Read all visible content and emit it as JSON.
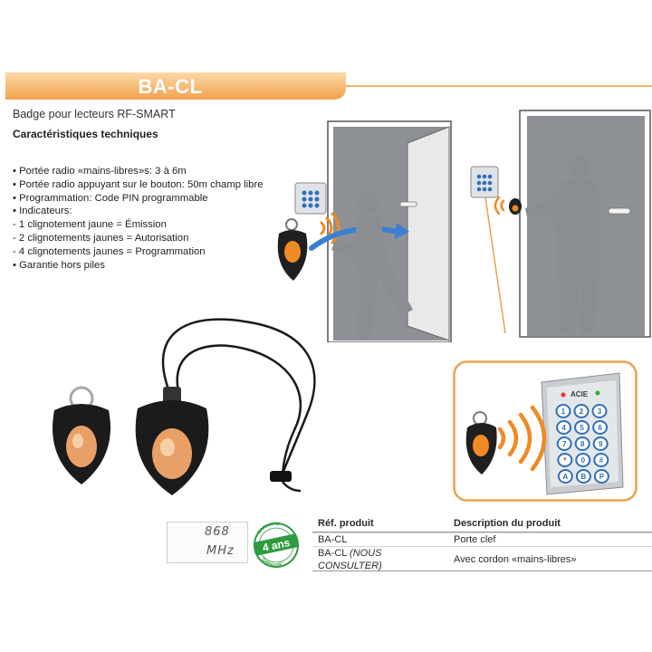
{
  "title": "BA-CL",
  "subtitle": "Badge pour lecteurs RF-SMART",
  "spec_heading": "Caractéristiques techniques",
  "features": [
    "• Portée radio «mains-libres»s: 3 à 6m",
    "• Portée radio appuyant sur le bouton: 50m champ libre",
    "• Programmation: Code PIN programmable",
    "• Indicateurs:",
    "- 1 clignotement jaune = Émission",
    "- 2 clignotements jaunes = Autorisation",
    "- 4 clignotements jaunes = Programmation",
    "• Garantie hors piles"
  ],
  "frequency": {
    "value": "868",
    "unit": "MHz"
  },
  "warranty": {
    "years": "4 ans",
    "arc_top": "GARANTIE",
    "arc_bottom": "GARANTIE"
  },
  "keypad": {
    "brand": "ACIE",
    "keys": [
      "1",
      "2",
      "3",
      "4",
      "5",
      "6",
      "7",
      "8",
      "9",
      "*",
      "0",
      "#",
      "A",
      "B",
      "P"
    ]
  },
  "table": {
    "headers": [
      "Réf. produit",
      "Description du produit"
    ],
    "rows": [
      {
        "ref": "BA-CL",
        "note": "",
        "desc": "Porte clef"
      },
      {
        "ref": "BA-CL ",
        "note": "(NOUS CONSULTER)",
        "desc": "Avec cordon «mains-libres»"
      }
    ]
  },
  "colors": {
    "banner": "#f3a450",
    "rule": "#f2b766",
    "accent": "#f08a24",
    "inset_border": "#e8a24e"
  }
}
